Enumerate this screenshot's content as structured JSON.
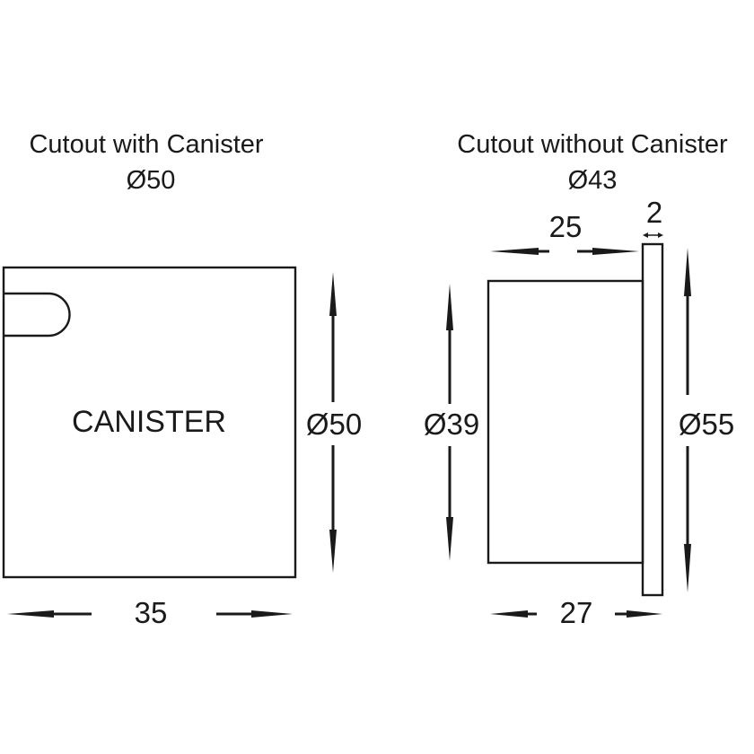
{
  "left_view": {
    "title": "Cutout with Canister",
    "cutout": "Ø50",
    "body_label": "CANISTER",
    "height_dim": "Ø50",
    "length_dim": "35"
  },
  "right_view": {
    "title": "Cutout without Canister",
    "cutout": "Ø43",
    "body_depth_dim": "25",
    "flange_thickness_dim": "2",
    "body_height_dim": "Ø39",
    "flange_height_dim": "Ø55",
    "total_length_dim": "27"
  },
  "colors": {
    "line": "#1a1a1a",
    "background": "#ffffff"
  }
}
